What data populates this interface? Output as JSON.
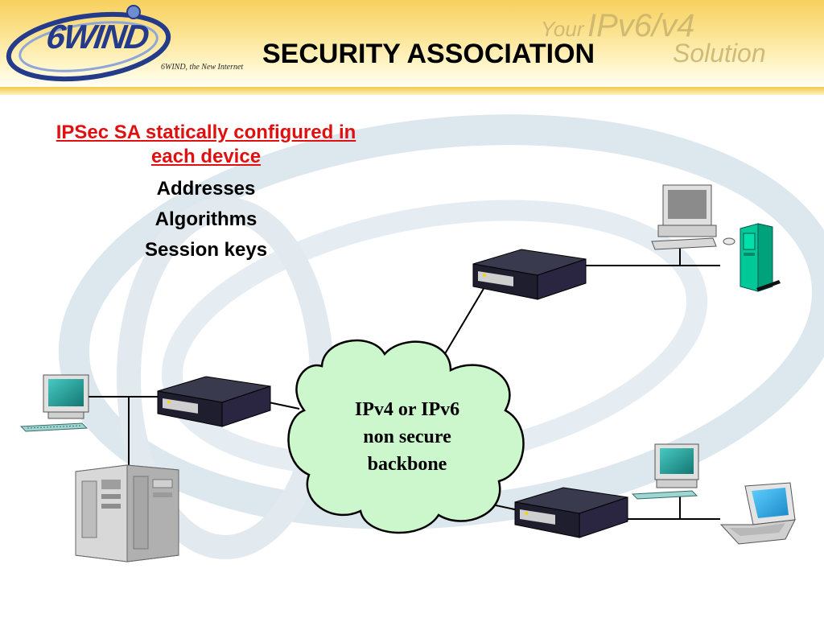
{
  "header": {
    "logo_text": "6WIND",
    "logo_tagline": "6WIND, the New Internet",
    "slogan_prefix": "Your",
    "slogan_main": "IPv6/v4",
    "slogan_line2": "Solution",
    "title": "SECURITY ASSOCIATION"
  },
  "info": {
    "heading_line1": "IPSec SA statically configured in",
    "heading_line2": "each device",
    "items": [
      "Addresses",
      "Algorithms",
      "Session keys"
    ]
  },
  "cloud": {
    "line1": "IPv4 or IPv6",
    "line2": "non secure",
    "line3": "backbone"
  },
  "colors": {
    "heading_red": "#e01010",
    "cloud_fill": "#ccf7cc",
    "router_body": "#1e1e2e",
    "monitor_screen": "#1e9a96",
    "server_teal": "#00b388"
  }
}
